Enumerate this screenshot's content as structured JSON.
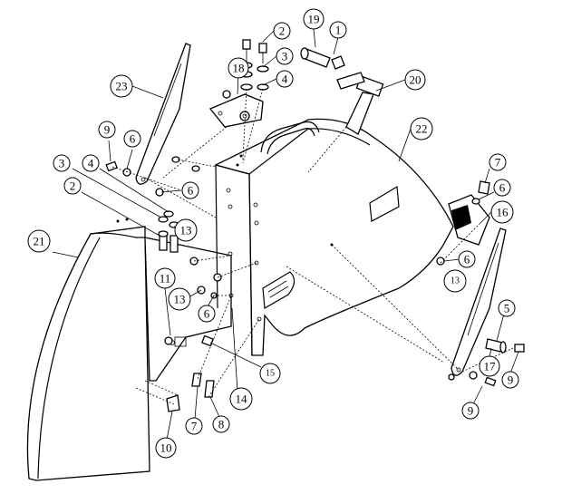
{
  "callouts": [
    {
      "label": "1"
    },
    {
      "label": "2"
    },
    {
      "label": "3"
    },
    {
      "label": "4"
    },
    {
      "label": "19"
    },
    {
      "label": "20"
    },
    {
      "label": "23"
    },
    {
      "label": "18"
    },
    {
      "label": "22"
    },
    {
      "label": "9"
    },
    {
      "label": "6"
    },
    {
      "label": "3"
    },
    {
      "label": "4"
    },
    {
      "label": "6"
    },
    {
      "label": "2"
    },
    {
      "label": "13"
    },
    {
      "label": "21"
    },
    {
      "label": "7"
    },
    {
      "label": "6"
    },
    {
      "label": "16"
    },
    {
      "label": "6"
    },
    {
      "label": "13"
    },
    {
      "label": "11"
    },
    {
      "label": "13"
    },
    {
      "label": "6"
    },
    {
      "label": "5"
    },
    {
      "label": "15"
    },
    {
      "label": "17"
    },
    {
      "label": "9"
    },
    {
      "label": "14"
    },
    {
      "label": "9"
    },
    {
      "label": "7"
    },
    {
      "label": "8"
    },
    {
      "label": "10"
    }
  ]
}
